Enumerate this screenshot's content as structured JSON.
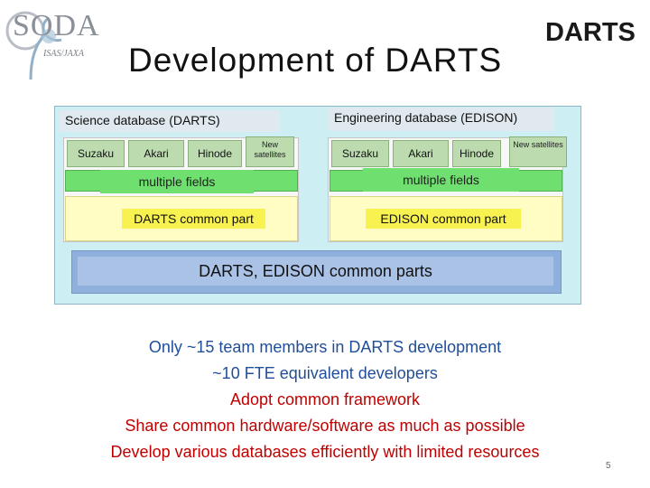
{
  "logo": {
    "soda_text": "SODA",
    "soda_sub": "ISAS/JAXA",
    "darts_text": "DARTS"
  },
  "title": "Development of DARTS",
  "diagram": {
    "science_db": {
      "label": "Science database (DARTS)",
      "satellites": [
        "Suzaku",
        "Akari",
        "Hinode"
      ],
      "new_satellites": "New satellites",
      "fields": "multiple fields",
      "common": "DARTS common part"
    },
    "engineering_db": {
      "label": "Engineering database (EDISON)",
      "satellites": [
        "Suzaku",
        "Akari",
        "Hinode"
      ],
      "new_satellites": "New satellites",
      "fields": "multiple fields",
      "common": "EDISON common part"
    },
    "shared_common": "DARTS, EDISON common parts"
  },
  "notes": [
    {
      "text": "Only ~15 team members in DARTS development",
      "color": "#1f4e9a"
    },
    {
      "text": "~10 FTE equivalent developers",
      "color": "#1f4e9a"
    },
    {
      "text": "Adopt common framework",
      "color": "#c00000"
    },
    {
      "text": "Share common hardware/software as much as possible",
      "color": "#c00000"
    },
    {
      "text": "Develop various databases efficiently with limited resources",
      "color": "#c00000"
    }
  ],
  "page_number": "5"
}
